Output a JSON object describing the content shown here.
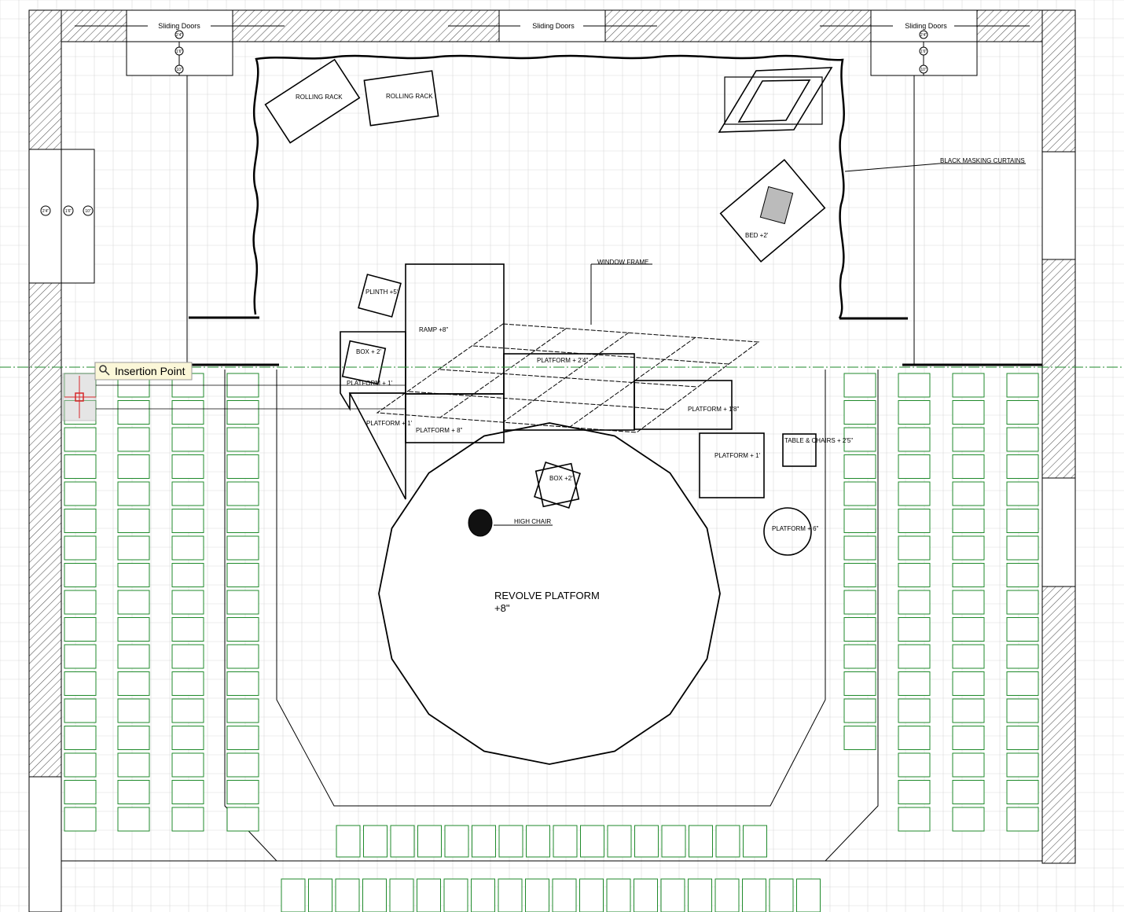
{
  "colors": {
    "wall": "#000000",
    "seat": "#1f8a2b",
    "grid": "#d9d9d9",
    "guide": "#1f8a2b",
    "tooltip_bg": "#fbf7d8",
    "marker": "#d6262a"
  },
  "doors": {
    "label": "Sliding Doors",
    "unit_labels": [
      "2'4\"",
      "1'6\"",
      "10\""
    ]
  },
  "tooltip": {
    "icon": "magnifier-icon",
    "text": "Insertion Point"
  },
  "props": {
    "rolling_rack": "ROLLING RACK",
    "plinth": "PLINTH +5'",
    "ramp": "RAMP +8\"",
    "box_left": "BOX + 2'",
    "platform_a": "PLATFORM + 1'",
    "platform_b": "PLATFORM + 1'",
    "platform_c": "PLATFORM + 8\"",
    "platform_center": "PLATFORM + 2'4\"",
    "platform_right_a": "PLATFORM + 1'8\"",
    "platform_right_b": "PLATFORM + 1'",
    "table_chairs": "TABLE & CHAIRS + 2'5\"",
    "platform_round": "PLATFORM + 6\"",
    "box_center": "BOX +2'",
    "high_chair": "HIGH CHAIR",
    "bed": "BED +2'",
    "window_frame": "WINDOW FRAME",
    "masking": "BLACK MASKING CURTAINS",
    "revolve_line1": "REVOLVE PLATFORM",
    "revolve_line2": "+8\""
  }
}
